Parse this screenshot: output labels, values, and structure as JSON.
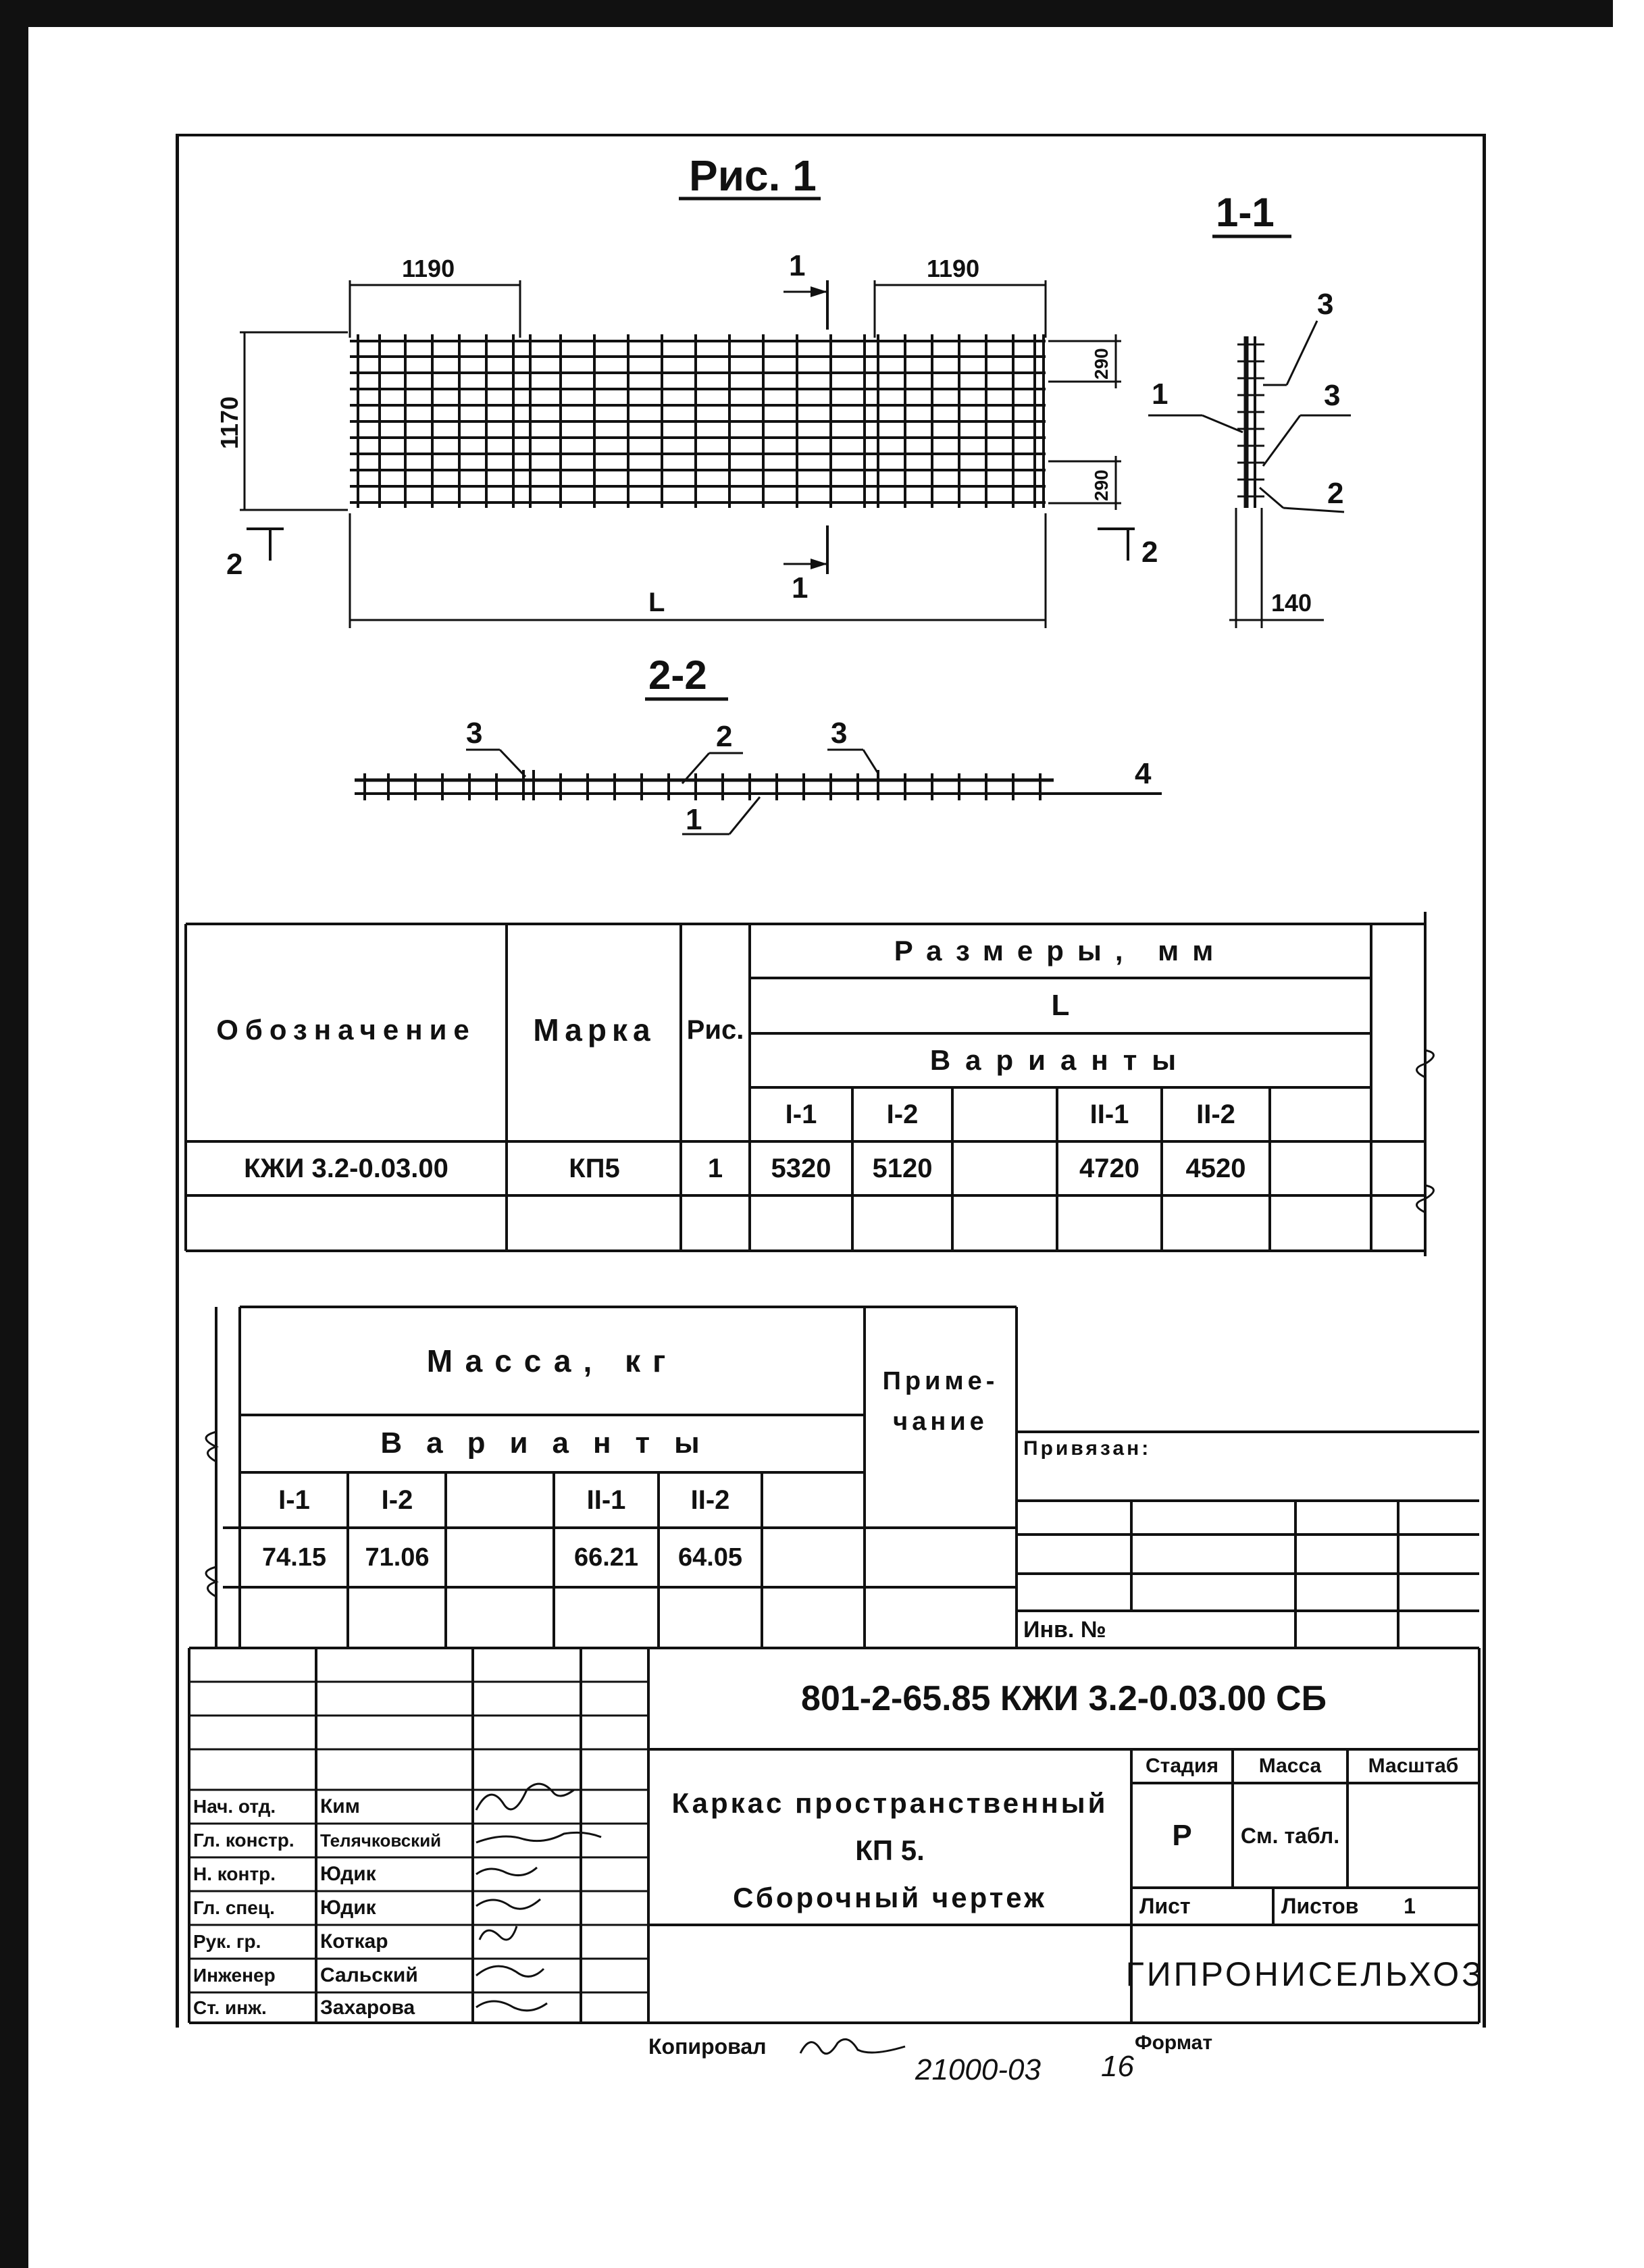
{
  "figure": {
    "title": "Рис. 1",
    "dim_left_top": "1190",
    "dim_right_top": "1190",
    "dim_height": "1170",
    "dim_gap_top": "290",
    "dim_gap_bottom": "290",
    "dim_length": "L",
    "cut_11_top": "1",
    "cut_11_bottom": "1",
    "cut_22_left": "2",
    "cut_22_right": "2"
  },
  "section_11": {
    "title": "1-1",
    "callout_3_top": "3",
    "callout_1": "1",
    "callout_3_mid": "3",
    "callout_2": "2",
    "dim_width": "140"
  },
  "section_22": {
    "title": "2-2",
    "callout_3_left": "3",
    "callout_2": "2",
    "callout_3_right": "3",
    "callout_4": "4",
    "callout_1": "1"
  },
  "table1": {
    "h_designation": "Обозначение",
    "h_mark": "Марка",
    "h_fig": "Рис.",
    "h_sizes": "Размеры, мм",
    "h_L": "L",
    "h_variants": "Варианты",
    "v_columns": [
      "I-1",
      "I-2",
      "",
      "II-1",
      "II-2",
      ""
    ],
    "row": {
      "designation": "КЖИ 3.2-0.03.00",
      "mark": "КП5",
      "fig": "1",
      "values": [
        "5320",
        "5120",
        "",
        "4720",
        "4520",
        ""
      ]
    }
  },
  "table2": {
    "h_mass": "Масса, кг",
    "h_variants": "Варианты",
    "h_note": "Приме-чание",
    "v_columns": [
      "I-1",
      "I-2",
      "",
      "II-1",
      "II-2",
      ""
    ],
    "values": [
      "74.15",
      "71.06",
      "",
      "66.21",
      "64.05",
      ""
    ]
  },
  "binding": {
    "label": "Привязан:",
    "inv_label": "Инв. №"
  },
  "title_block": {
    "code": "801-2-65.85 КЖИ 3.2-0.03.00 СБ",
    "title_line1": "Каркас пространственный",
    "title_line2": "КП 5.",
    "title_line3": "Сборочный чертеж",
    "stage_label": "Стадия",
    "mass_label": "Масса",
    "scale_label": "Масштаб",
    "stage_value": "Р",
    "mass_value": "См. табл.",
    "sheet_label": "Лист",
    "sheets_label": "Листов",
    "sheets_value": "1",
    "organization": "ГИПРОНИСЕЛЬХОЗ",
    "people": [
      {
        "role": "Нач. отд.",
        "name": "Ким"
      },
      {
        "role": "Гл. констр.",
        "name": "Телячковский"
      },
      {
        "role": "Н. контр.",
        "name": "Юдик"
      },
      {
        "role": "Гл. спец.",
        "name": "Юдик"
      },
      {
        "role": "Рук. гр.",
        "name": "Коткар"
      },
      {
        "role": "Инженер",
        "name": "Сальский"
      },
      {
        "role": "Ст. инж.",
        "name": "Захарова"
      }
    ]
  },
  "footer": {
    "copied": "Копировал",
    "number": "21000-03",
    "page": "16",
    "format": "Формат"
  }
}
